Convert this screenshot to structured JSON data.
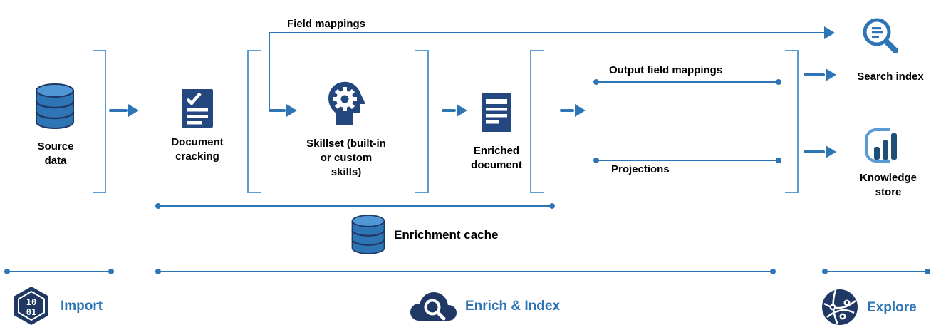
{
  "colors": {
    "flow_blue": "#2e75b6",
    "bracket_blue": "#5b9bd5",
    "icon_navy": "#24477f",
    "stage_icon_navy": "#1f3864",
    "label_black": "#000000"
  },
  "nodes": {
    "source_data": "Source data",
    "document_cracking": "Document cracking",
    "skillset": "Skillset (built-in or custom skills)",
    "enriched_document": "Enriched document",
    "search_index": "Search index",
    "knowledge_store": "Knowledge store",
    "enrichment_cache": "Enrichment cache"
  },
  "connections": {
    "field_mappings": "Field mappings",
    "output_field_mappings": "Output field mappings",
    "projections": "Projections"
  },
  "stages": {
    "import": "Import",
    "enrich_index": "Enrich & Index",
    "explore": "Explore"
  },
  "icons": {
    "import_binary_top": "10",
    "import_binary_bottom": "01"
  }
}
